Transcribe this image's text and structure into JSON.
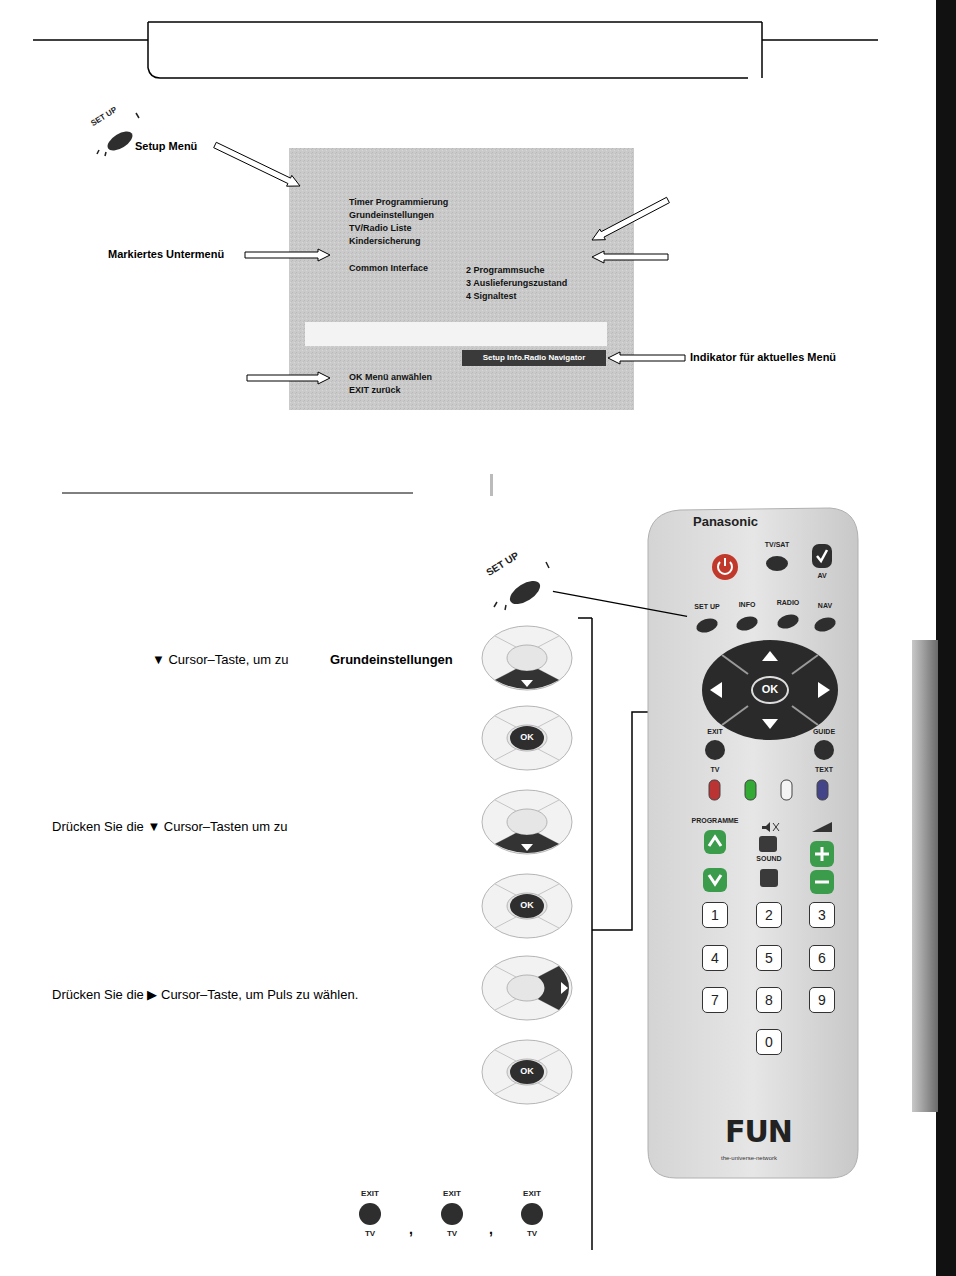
{
  "diagram": {
    "nodes": [
      {
        "text": [
          "SET UP"
        ]
      },
      {
        "text": [
          "Timer Programmierung",
          "Grundeinstellungen",
          "TV/Radio Liste",
          "Kindersicherung",
          "Common Interface",
          "2 Programmsuche",
          "3 Auslieferungszustand",
          "4 Signaltest",
          "OK Menü anwählen",
          "EXIT zurück"
        ]
      },
      {
        "text": [
          "Setup Info.Radio Navigator"
        ],
        "in": 1
      },
      {
        "text": [
          "SET UP"
        ]
      },
      {
        "text": [
          "OK"
        ]
      },
      {
        "text": [
          "OK"
        ]
      },
      {
        "text": [
          "OK"
        ]
      },
      {
        "text": [
          "EXIT",
          "TV"
        ]
      },
      {
        "text": [
          "EXIT",
          "TV"
        ]
      },
      {
        "text": [
          "EXIT",
          "TV"
        ]
      },
      {
        "text": [
          "Panasonic",
          "FUN",
          "the-universe-network"
        ]
      },
      {
        "text": [
          "TV/SAT"
        ],
        "in": 10
      },
      {
        "text": [
          "AV"
        ],
        "in": 10
      },
      {
        "text": [
          "SET UP"
        ],
        "in": 10
      },
      {
        "text": [
          "INFO"
        ],
        "in": 10
      },
      {
        "text": [
          "RADIO"
        ],
        "in": 10
      },
      {
        "text": [
          "NAV"
        ],
        "in": 10
      },
      {
        "text": [
          "OK"
        ],
        "in": 10
      },
      {
        "text": [
          "EXIT",
          "TV"
        ],
        "in": 10
      },
      {
        "text": [
          "GUIDE",
          "TEXT"
        ],
        "in": 10
      },
      {
        "text": [
          "PROGRAMME"
        ],
        "in": 10
      },
      {
        "text": [
          "SOUND"
        ],
        "in": 10
      },
      {
        "text": [
          "1"
        ],
        "in": 10
      },
      {
        "text": [
          "2"
        ],
        "in": 10
      },
      {
        "text": [
          "3"
        ],
        "in": 10
      },
      {
        "text": [
          "4"
        ],
        "in": 10
      },
      {
        "text": [
          "5"
        ],
        "in": 10
      },
      {
        "text": [
          "6"
        ],
        "in": 10
      },
      {
        "text": [
          "7"
        ],
        "in": 10
      },
      {
        "text": [
          "8"
        ],
        "in": 10
      },
      {
        "text": [
          "9"
        ],
        "in": 10
      },
      {
        "text": [
          "0"
        ],
        "in": 10
      }
    ],
    "edges": [
      {
        "from": 3,
        "to": 13,
        "arrow": "none"
      }
    ],
    "labels": [
      "Setup Menü",
      "Markiertes Untermenü",
      "Indikator für aktuelles Menü",
      "▼ Cursor–Taste, um zu",
      "Grundeinstellungen",
      "Drücken Sie die ▼ Cursor–Tasten um zu",
      "Drücken Sie die ▶ Cursor–Taste, um Puls zu wählen.",
      ",",
      ","
    ]
  }
}
